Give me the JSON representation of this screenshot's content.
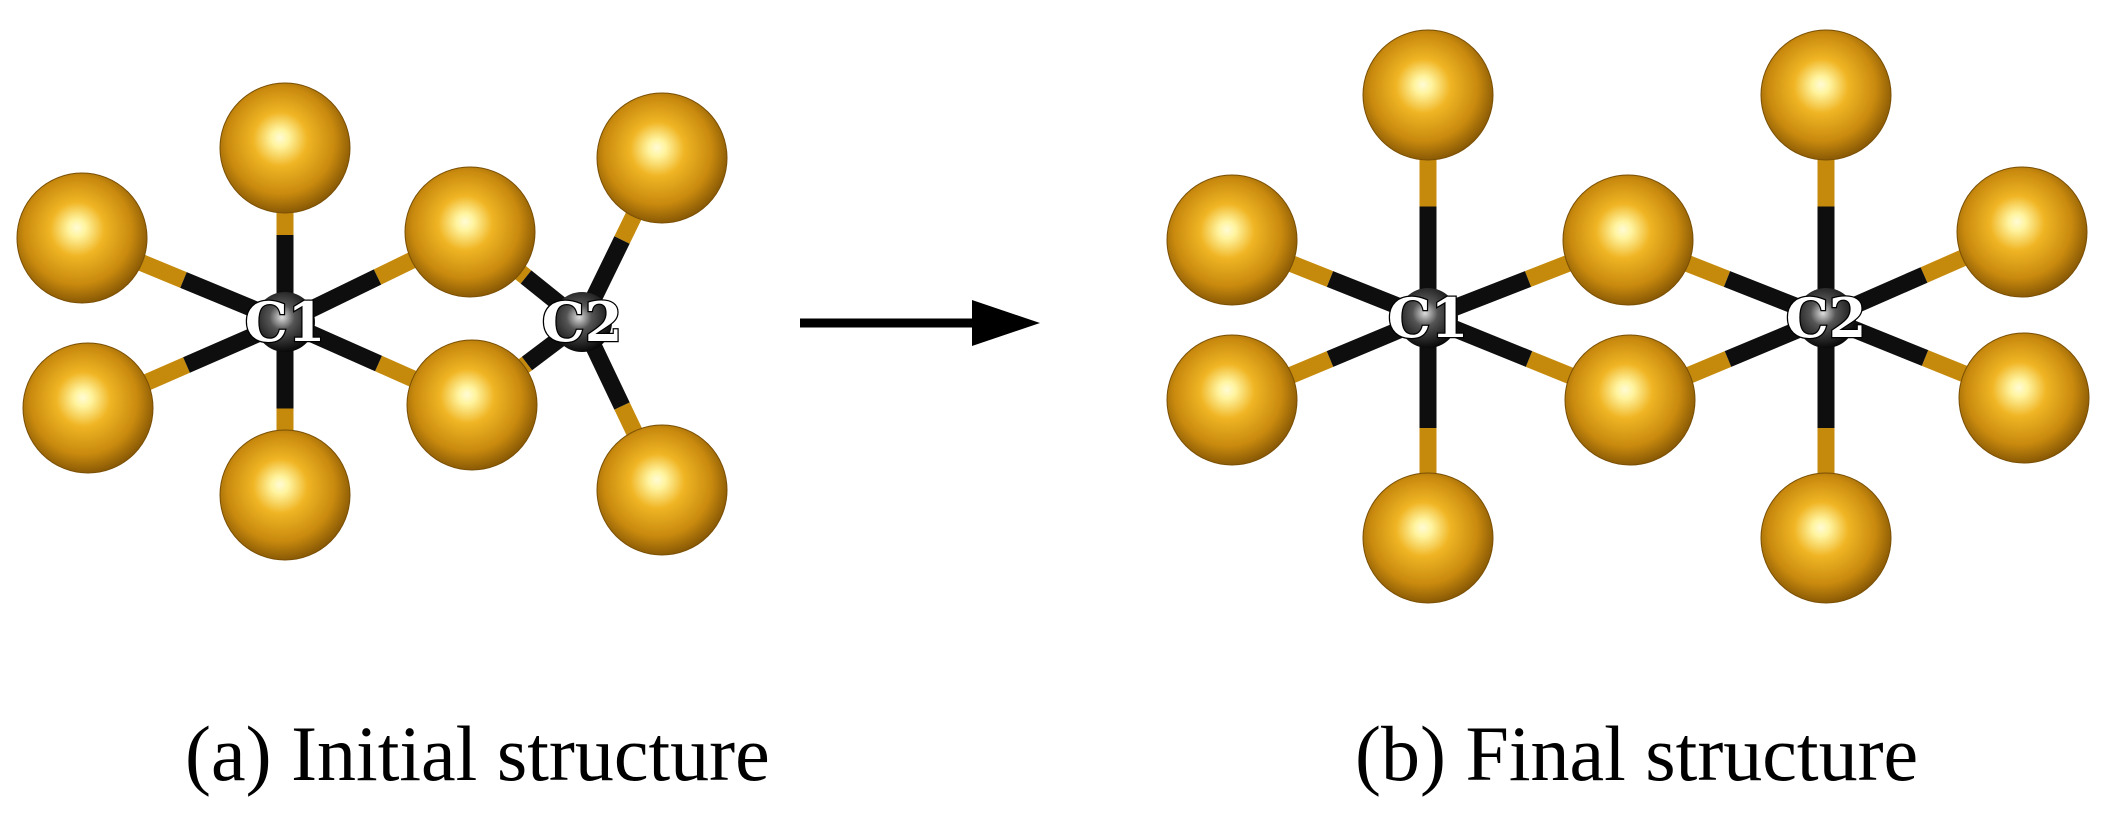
{
  "panels": [
    {
      "caption": "(a) Initial structure",
      "centers": [
        {
          "label": "C1"
        },
        {
          "label": "C2"
        }
      ]
    },
    {
      "caption": "(b) Final structure",
      "centers": [
        {
          "label": "C1"
        },
        {
          "label": "C2"
        }
      ]
    }
  ],
  "colors": {
    "ligand": "#c58a0c",
    "ligand_highlight": "#fff6a8",
    "bond_ligand_part": "#c58a0c",
    "bond_center_part": "#0e0e0e",
    "center": "#111111",
    "arrow": "#000000"
  }
}
